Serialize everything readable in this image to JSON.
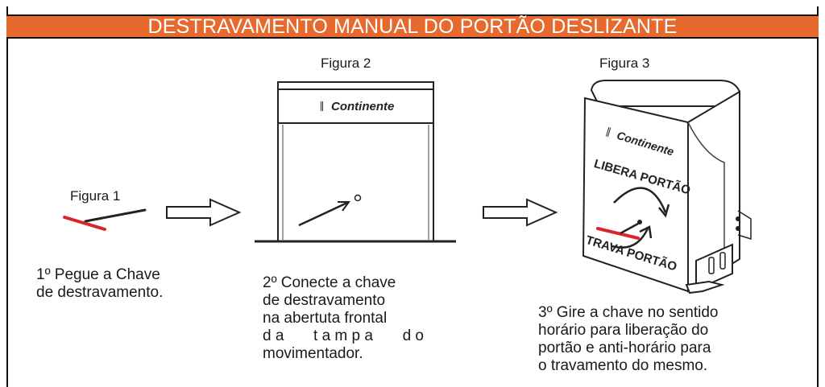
{
  "header": {
    "title": "DESTRAVAMENTO MANUAL DO PORTÃO DESLIZANTE"
  },
  "figures": {
    "fig1_label": "Figura 1",
    "fig2_label": "Figura 2",
    "fig3_label": "Figura 3"
  },
  "device": {
    "brand": "Continente",
    "release_label": "LIBERA PORTÃO",
    "lock_label": "TRAVA PORTÃO"
  },
  "steps": {
    "step1": {
      "line1": "1º Pegue a Chave",
      "line2": "de destravamento."
    },
    "step2": {
      "line1": "2º Conecte a chave",
      "line2": "de destravamento",
      "line3": "na abertuta frontal",
      "line4_words": [
        "d a",
        "t a m p a",
        "d o"
      ],
      "line5": "movimentador."
    },
    "step3": {
      "line1": "3º Gire a chave no sentido",
      "line2": "horário para liberação do",
      "line3": "portão e anti-horário para",
      "line4": "o travamento do mesmo."
    }
  },
  "colors": {
    "accent": "#e8692d",
    "key_red": "#d9262e",
    "text": "#1a1a1a"
  }
}
